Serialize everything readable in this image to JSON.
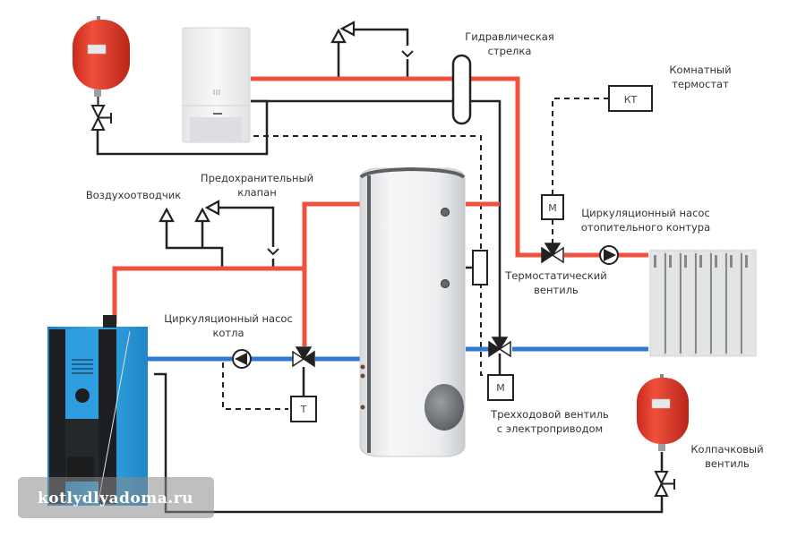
{
  "labels": {
    "hydraulic_separator": [
      "Гидравлическая",
      "стрелка"
    ],
    "room_thermostat": [
      "Комнатный",
      "термостат"
    ],
    "air_vent": "Воздухоотводчик",
    "safety_valve": [
      "Предохранительный",
      "клапан"
    ],
    "heating_pump": [
      "Циркуляционный насос",
      "отопительного контура"
    ],
    "thermostatic_valve": [
      "Термостатический",
      "вентиль"
    ],
    "boiler_pump": [
      "Циркуляционный насос",
      "котла"
    ],
    "three_way_valve": [
      "Трехходовой вентиль",
      "с электроприводом"
    ],
    "cap_valve": [
      "Колпачковый",
      "вентиль"
    ]
  },
  "boxes": {
    "room_thermostat": "КТ",
    "motor_top": "М",
    "motor_bottom": "М",
    "thermostat": "Т"
  },
  "watermark": "kotlydlyadoma.ru",
  "colors": {
    "hot_pipe": "#f0513c",
    "cold_pipe": "#2f78d6",
    "line": "#222222",
    "tank_red": "#e8402e",
    "boiler_blue": "#2a9ad8"
  }
}
